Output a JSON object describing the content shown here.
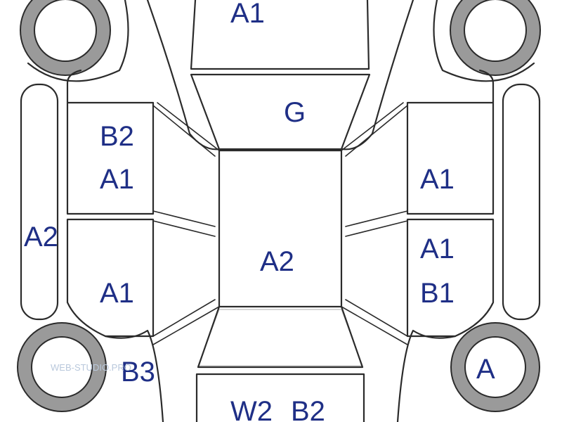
{
  "labels": {
    "hood": "A1",
    "windshield": "G",
    "roof": "A2",
    "front_left_door_top": "B2",
    "front_left_door_bottom": "A1",
    "rear_left_door": "A1",
    "left_side_strip": "A2",
    "front_right_door": "A1",
    "rear_right_door_top": "A1",
    "rear_right_door_bottom": "B1",
    "rear_left_fender": "B3",
    "rear_right_wheel": "A",
    "trunk_left": "W2",
    "trunk_right": "B2"
  },
  "watermark": "WEB-STUDIO.PRO",
  "colors": {
    "line": "#2b2b2b",
    "label": "#1f2f86",
    "tire": "#9a9a9a",
    "watermark": "#b9c8dc"
  }
}
